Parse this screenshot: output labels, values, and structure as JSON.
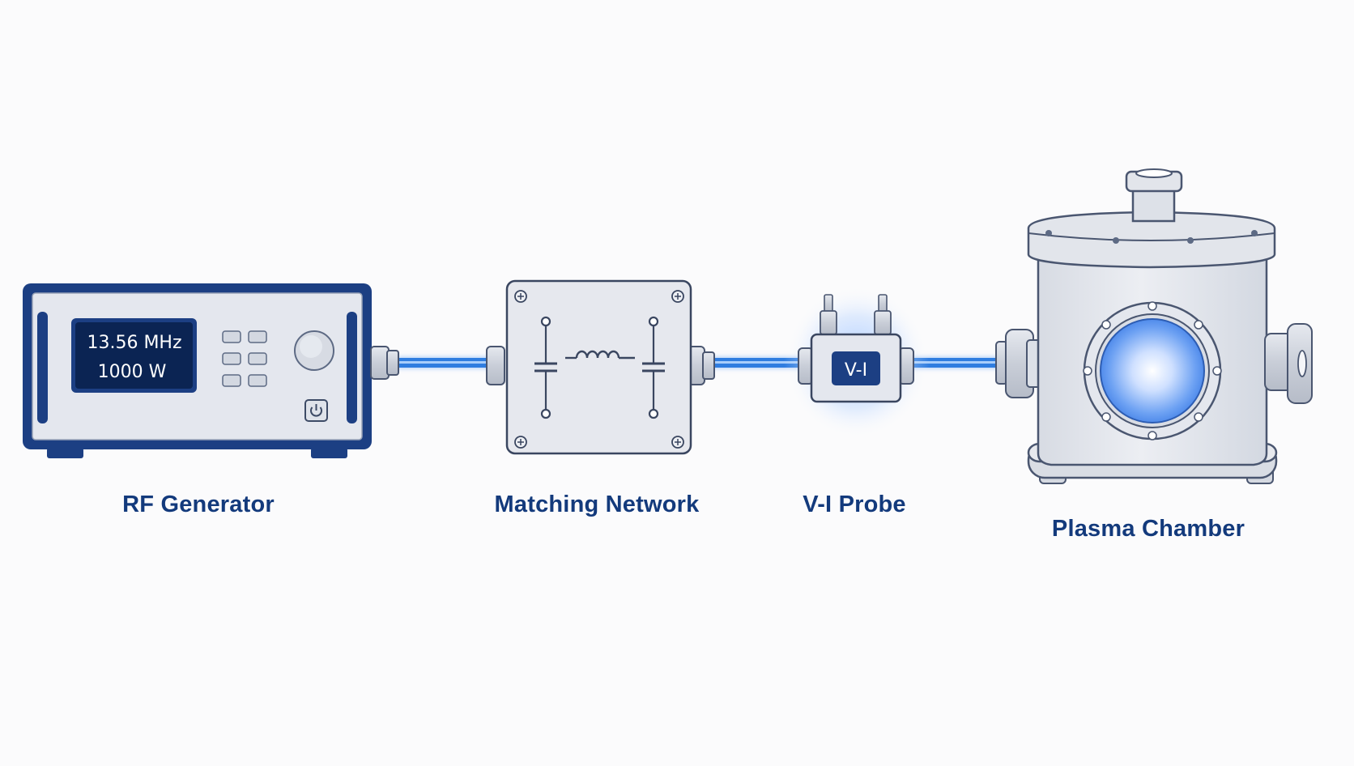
{
  "generator": {
    "label": "RF Generator",
    "frequency": "13.56 MHz",
    "power": "1000 W"
  },
  "matching_network": {
    "label": "Matching Network"
  },
  "vi_probe": {
    "label": "V-I Probe",
    "badge": "V-I"
  },
  "chamber": {
    "label": "Plasma Chamber"
  },
  "colors": {
    "navy": "#1c3f83",
    "cable": "#2f7de0",
    "panel": "#e4e7ee",
    "screen": "#0b2453",
    "plasma": "#5a93ef",
    "label": "#133a7c"
  }
}
